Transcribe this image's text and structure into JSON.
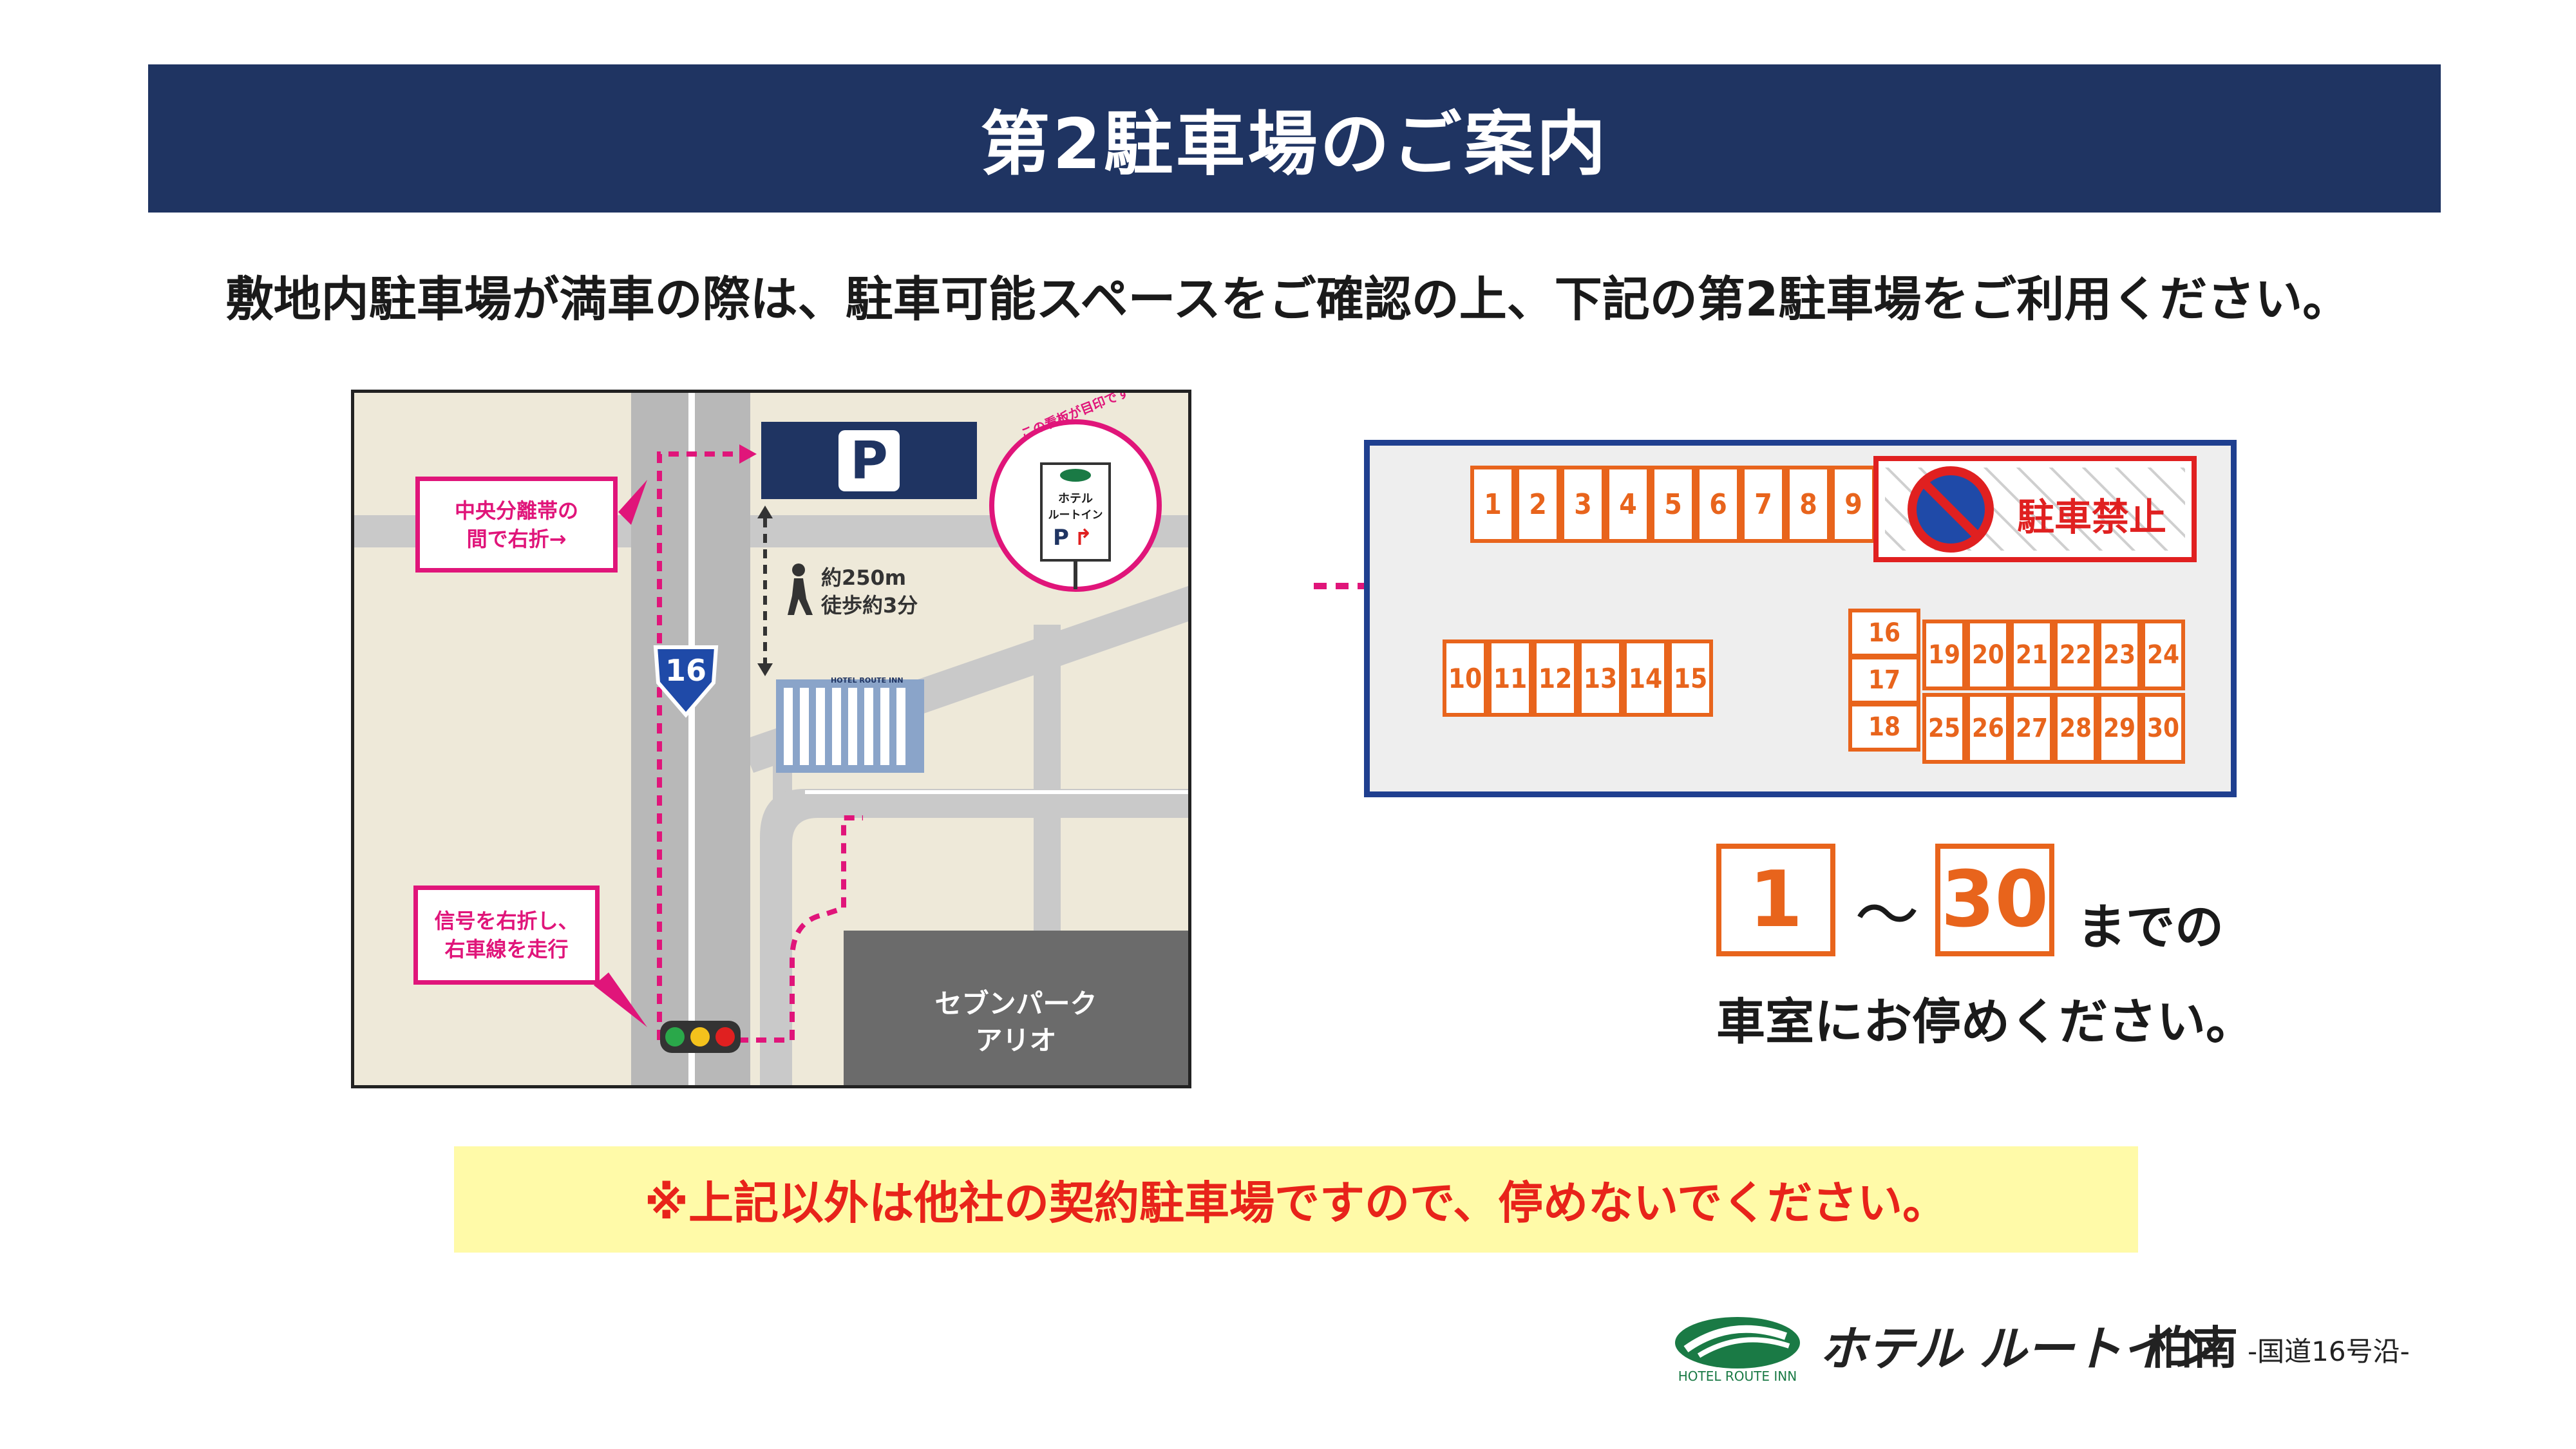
{
  "header": {
    "title": "第2駐車場のご案内"
  },
  "intro": {
    "text": "敷地内駐車場が満車の際は、駐車可能スペースをご確認の上、下記の第2駐車場をご利用ください。"
  },
  "map": {
    "parking_symbol": "P",
    "callout_top": {
      "line1": "中央分離帯の",
      "line2": "間で右折→"
    },
    "callout_bottom": {
      "line1": "信号を右折し、",
      "line2": "右車線を走行"
    },
    "walk": {
      "distance": "約250m",
      "time": "徒歩約3分"
    },
    "route_number": "16",
    "sign": {
      "caption": "この看板が目印です",
      "line1": "ホテル",
      "line2": "ルートイン",
      "mark": "P"
    },
    "hotel_building_label": "HOTEL ROUTE INN",
    "store": {
      "line1": "セブンパーク",
      "line2": "アリオ"
    }
  },
  "lot": {
    "top_row": [
      "1",
      "2",
      "3",
      "4",
      "5",
      "6",
      "7",
      "8",
      "9"
    ],
    "left_row": [
      "10",
      "11",
      "12",
      "13",
      "14",
      "15"
    ],
    "stack": [
      "16",
      "17",
      "18"
    ],
    "grid_top": [
      "19",
      "20",
      "21",
      "22",
      "23",
      "24"
    ],
    "grid_bottom": [
      "25",
      "26",
      "27",
      "28",
      "29",
      "30"
    ],
    "no_parking_label": "駐車禁止"
  },
  "range": {
    "from": "1",
    "sep": "〜",
    "to": "30",
    "suffix": "までの",
    "line2": "車室にお停めください。"
  },
  "warning": {
    "text": "※上記以外は他社の契約駐車場ですので、停めないでください。"
  },
  "footer": {
    "brand": "ホテル ルートイン",
    "branch": "柏南",
    "sub": "-国道16号沿-",
    "logo_caption": "HOTEL ROUTE INN"
  },
  "colors": {
    "navy": "#1f3462",
    "pink": "#e0157a",
    "orange": "#e8641c",
    "red": "#e02020",
    "lot_border": "#1f3f8f",
    "warning_bg": "#fffaa8"
  }
}
